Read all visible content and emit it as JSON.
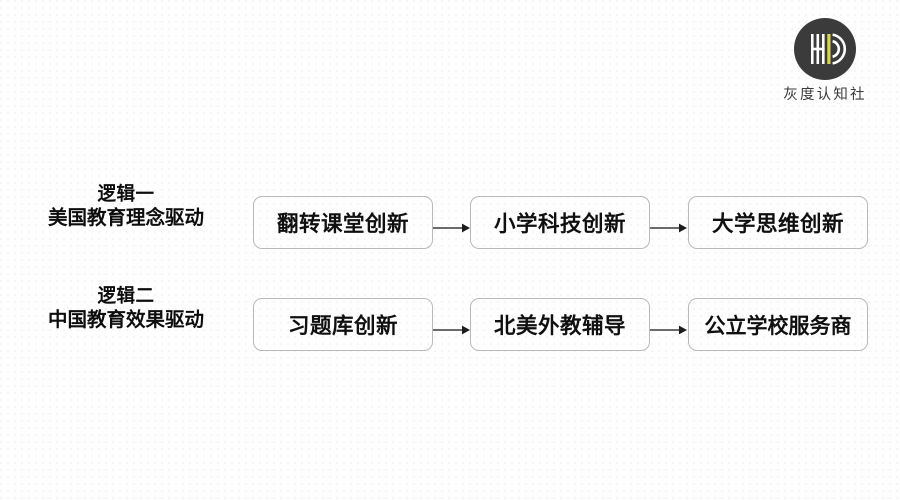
{
  "branding": {
    "logo_icon": "hd-circle-logo-icon",
    "logo_text": "灰度认知社",
    "circle_color": "#3b3b3b",
    "accent_color": "#d9d64a"
  },
  "diagram": {
    "arrow_icon": "arrow-right-icon",
    "box_border_color": "#b9b9b9",
    "text_color": "#101010",
    "rows": [
      {
        "label_line1": "逻辑一",
        "label_line2": "美国教育理念驱动",
        "nodes": [
          {
            "label": "翻转课堂创新"
          },
          {
            "label": "小学科技创新"
          },
          {
            "label": "大学思维创新"
          }
        ]
      },
      {
        "label_line1": "逻辑二",
        "label_line2": "中国教育效果驱动",
        "nodes": [
          {
            "label": "习题库创新"
          },
          {
            "label": "北美外教辅导"
          },
          {
            "label": "公立学校服务商"
          }
        ]
      }
    ]
  }
}
